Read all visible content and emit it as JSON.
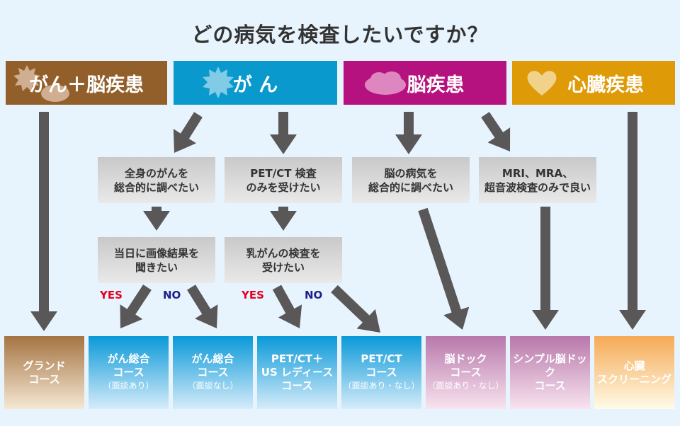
{
  "title": "どの病気を検査したいですか？",
  "categories": [
    {
      "label": "がん＋脳疾患",
      "color": "#925f2a",
      "icon": "starburst-cloud-icon"
    },
    {
      "label": "が ん",
      "color": "#0a99cc",
      "icon": "starburst-icon"
    },
    {
      "label": "脳疾患",
      "color": "#b5127f",
      "icon": "cloud-icon"
    },
    {
      "label": "心臓疾患",
      "color": "#df9a07",
      "icon": "heart-icon"
    }
  ],
  "questions": [
    {
      "l1": "全身のがんを",
      "l2": "総合的に調べたい"
    },
    {
      "l1": "PET/CT 検査",
      "l2": "のみを受けたい"
    },
    {
      "l1": "脳の病気を",
      "l2": "総合的に調べたい"
    },
    {
      "l1": "MRI、MRA、",
      "l2": "超音波検査のみで良い"
    },
    {
      "l1": "当日に画像結果を",
      "l2": "聞きたい"
    },
    {
      "l1": "乳がんの検査を",
      "l2": "受けたい"
    }
  ],
  "answers": {
    "yes": "YES",
    "no": "NO",
    "yes_color": "#e60020",
    "no_color": "#1d2088"
  },
  "courses": [
    {
      "l1": "グランド",
      "l2": "コース",
      "s": ""
    },
    {
      "l1": "がん総合",
      "l2": "コース",
      "s": "（面談あり）"
    },
    {
      "l1": "がん総合",
      "l2": "コース",
      "s": "（面談なし）"
    },
    {
      "l1": "PET/CT＋",
      "l2": "US レディース",
      "s": "コース"
    },
    {
      "l1": "PET/CT",
      "l2": "コース",
      "s": "（面談あり・なし）"
    },
    {
      "l1": "脳ドック",
      "l2": "コース",
      "s": "（面談あり・なし）"
    },
    {
      "l1": "シンプル脳ドック",
      "l2": "コース",
      "s": ""
    },
    {
      "l1": "心臓",
      "l2": "スクリーニング",
      "s": ""
    }
  ]
}
